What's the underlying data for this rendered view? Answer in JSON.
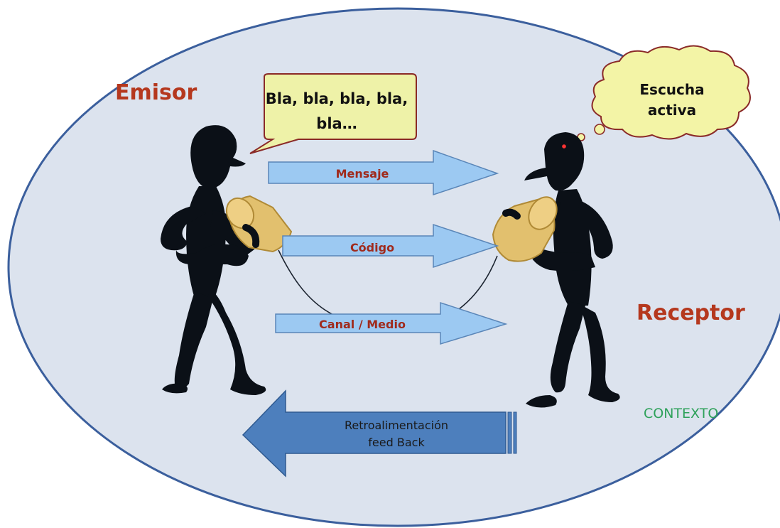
{
  "labels": {
    "emisor": "Emisor",
    "receptor": "Receptor",
    "contexto": "CONTEXTO",
    "speech_line1": "Bla, bla, bla, bla,",
    "speech_line2": "bla…",
    "thought_line1": "Escucha",
    "thought_line2": "activa",
    "mensaje": "Mensaje",
    "codigo": "Código",
    "canal": "Canal / Medio",
    "feedback_line1": "Retroalimentación",
    "feedback_line2": "feed Back"
  },
  "colors": {
    "ellipse_fill": "#dce3ee",
    "ellipse_stroke": "#3b5f9d",
    "emisor_text": "#b5381e",
    "receptor_text": "#b5381e",
    "contexto_text": "#2ea15a",
    "arrow_label_text": "#a02a1c",
    "light_arrow_fill": "#9cc9f2",
    "feedback_arrow_fill": "#4d7fbd",
    "speech_fill": "#eef2a8",
    "speech_stroke": "#8a2a28",
    "thought_fill": "#f3f4a6",
    "thought_stroke": "#8a2a28",
    "silhouette": "#0b1017",
    "can_fill": "#e2c06e",
    "can_stroke": "#b08a36"
  },
  "icons": {
    "emitter": "person-with-tin-can-icon",
    "receiver": "person-with-tin-can-icon",
    "eye": "eye-dot-icon"
  }
}
